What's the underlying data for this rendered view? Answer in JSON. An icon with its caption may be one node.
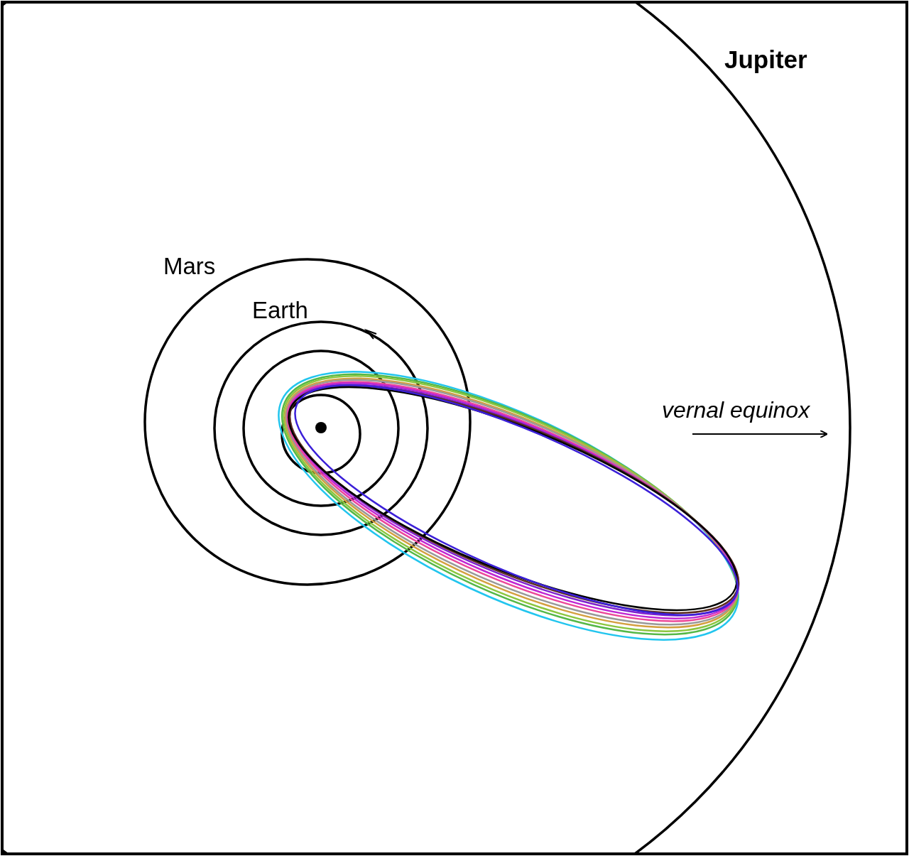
{
  "diagram": {
    "labels": [
      "Jupiter",
      "Mars",
      "Earth",
      "vernal equinox"
    ]
  }
}
